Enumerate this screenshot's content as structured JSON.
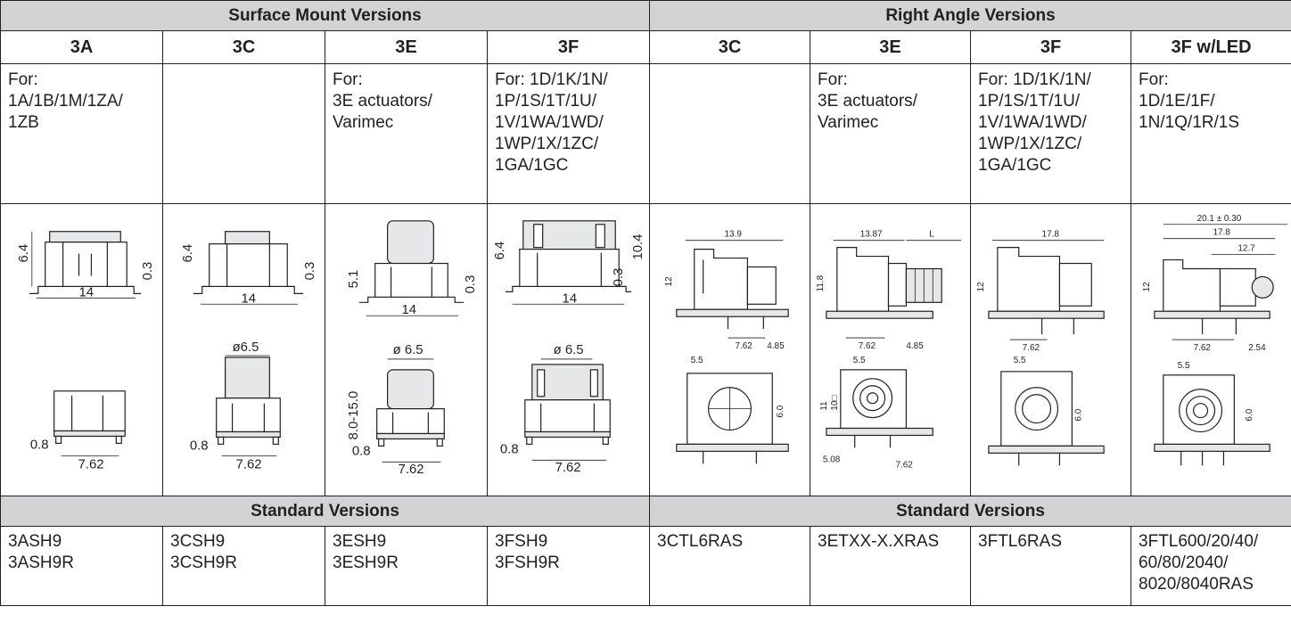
{
  "groups": {
    "surface": "Surface Mount Versions",
    "right": "Right Angle Versions"
  },
  "columns": [
    "3A",
    "3C",
    "3E",
    "3F",
    "3C",
    "3E",
    "3F",
    "3F w/LED"
  ],
  "notes": [
    "For:\n1A/1B/1M/1ZA/\n1ZB",
    "",
    "For:\n3E actuators/\nVarimec",
    "For: 1D/1K/1N/\n1P/1S/1T/1U/\n1V/1WA/1WD/\n1WP/1X/1ZC/\n1GA/1GC",
    "",
    "For:\n3E actuators/\nVarimec",
    "For: 1D/1K/1N/\n1P/1S/1T/1U/\n1V/1WA/1WD/\n1WP/1X/1ZC/\n1GA/1GC",
    "For:\n1D/1E/1F/\n1N/1Q/1R/1S"
  ],
  "standard_label_left": "Standard Versions",
  "standard_label_right": "Standard Versions",
  "models": [
    "3ASH9\n3ASH9R",
    "3CSH9\n3CSH9R",
    "3ESH9\n3ESH9R",
    "3FSH9\n3FSH9R",
    "3CTL6RAS",
    "3ETXX-X.XRAS",
    "3FTL6RAS",
    "3FTL600/20/40/\n60/80/2040/\n8020/8040RAS"
  ],
  "dims": {
    "a_h": "6.4",
    "a_t": "0.3",
    "a_w": "14",
    "a_lead": "0.8",
    "a_pitch": "7.62",
    "c_h": "6.4",
    "c_t": "0.3",
    "c_w": "14",
    "c_dia": "ø6.5",
    "c_lead": "0.8",
    "c_pitch": "7.62",
    "e_h": "5.1",
    "e_t": "0.3",
    "e_w": "14",
    "e_dia": "ø 6.5",
    "e_range": "8.0-15.0",
    "e_lead": "0.8",
    "e_pitch": "7.62",
    "f_h": "6.4",
    "f_t": "0.3",
    "f_w": "14",
    "f_tot": "10.4",
    "f_dia": "ø 6.5",
    "f_lead": "0.8",
    "f_pitch": "7.62",
    "rc_w": "13.9",
    "rc_h": "12",
    "rc_p": "7.62",
    "rc_o": "4.85",
    "rc_s": "5.5",
    "rc_y": "6.0",
    "re_w": "13.87",
    "re_L": "L",
    "re_h": "11.8",
    "re_p": "7.62",
    "re_o": "4.85",
    "re_s": "5.5",
    "re_sq": "10□",
    "re_11": "11",
    "re_508": "5.08",
    "re_p2": "7.62",
    "rf_w": "17.8",
    "rf_h": "12",
    "rf_p": "7.62",
    "rf_s": "5.5",
    "rf_y": "6.0",
    "rl_tot": "20.1 ± 0.30",
    "rl_w": "17.8",
    "rl_127": "12.7",
    "rl_h": "12",
    "rl_p": "7.62",
    "rl_254": "2.54",
    "rl_s": "5.5",
    "rl_y": "6.0"
  }
}
